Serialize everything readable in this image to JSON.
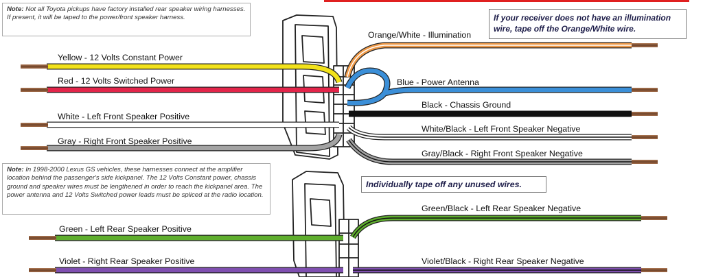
{
  "notes": {
    "top": {
      "prefix": "Note:",
      "text": "Not all Toyota pickups have factory installed rear speaker wiring harnesses.  If present, it will be taped to the power/front speaker harness."
    },
    "bottom": {
      "prefix": "Note:",
      "text": "In 1998-2000 Lexus GS vehicles, these harnesses connect at the amplifier location behind the passenger's side kickpanel.  The 12 Volts Constant power, chassis ground and speaker wires must be lengthened in order to reach the kickpanel area.  The power antenna and 12 Volts Switched power leads must be spliced at the radio location."
    }
  },
  "callouts": {
    "illumination": "If your receiver does not have an illumination wire, tape off the Orange/White wire.",
    "unused": "Individually tape off any unused wires."
  },
  "wires": {
    "yellow": {
      "label": "Yellow - 12 Volts Constant Power",
      "color": "#f2e21a"
    },
    "red": {
      "label": "Red - 12 Volts Switched Power",
      "color": "#e3254a"
    },
    "white": {
      "label": "White - Left Front Speaker Positive",
      "color": "#ffffff"
    },
    "gray": {
      "label": "Gray - Right Front Speaker Positive",
      "color": "#a3a3a3"
    },
    "orange_white": {
      "label": "Orange/White - Illumination",
      "color": "#ef9b4a"
    },
    "blue": {
      "label": "Blue - Power Antenna",
      "color": "#3b8fd8"
    },
    "black": {
      "label": "Black - Chassis Ground",
      "color": "#111111"
    },
    "white_black": {
      "label": "White/Black - Left Front Speaker Negative",
      "color": "#ffffff"
    },
    "gray_black": {
      "label": "Gray/Black - Right Front Speaker Negative",
      "color": "#a3a3a3"
    },
    "green": {
      "label": "Green - Left Rear Speaker Positive",
      "color": "#5fae2e"
    },
    "violet": {
      "label": "Violet - Right Rear Speaker Positive",
      "color": "#7f4fb0"
    },
    "green_black": {
      "label": "Green/Black - Left Rear Speaker Negative",
      "color": "#5fae2e"
    },
    "violet_black": {
      "label": "Violet/Black - Right Rear Speaker Negative",
      "color": "#7f4fb0"
    }
  },
  "colors": {
    "accent_red": "#e02020",
    "callout_text": "#1e1e4a",
    "copper": "#8a5a3c"
  }
}
